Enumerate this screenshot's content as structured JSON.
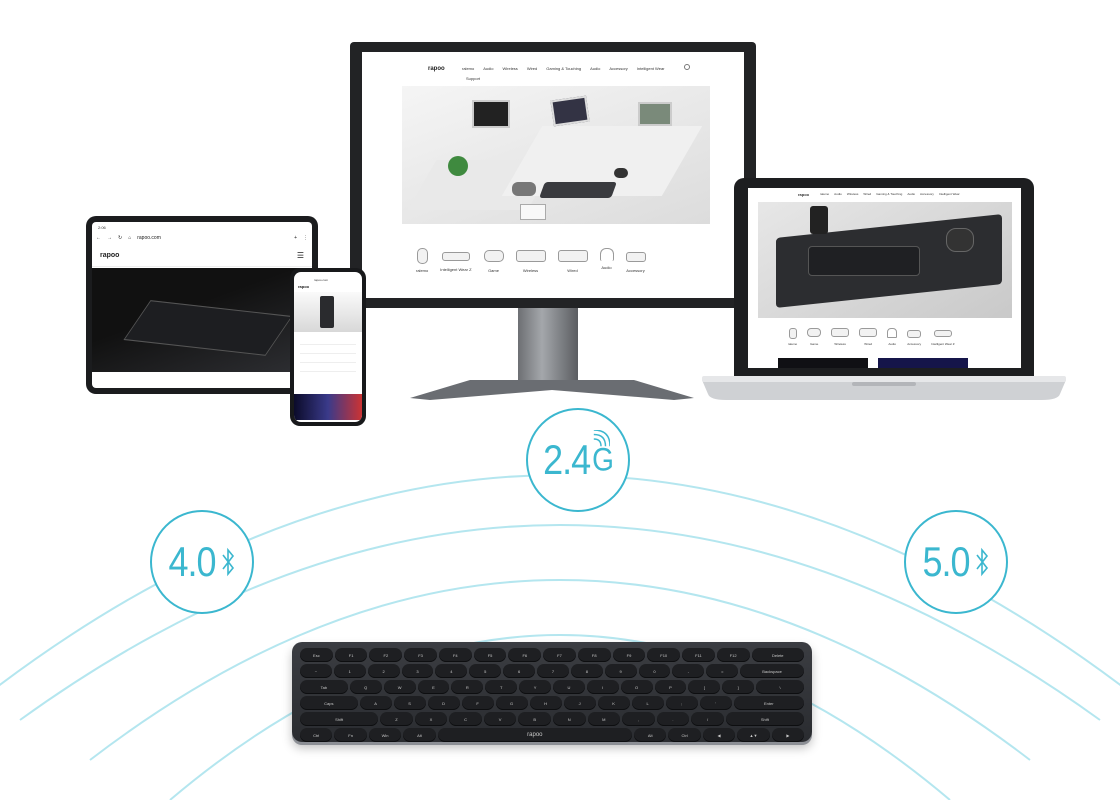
{
  "badges": {
    "bluetooth_left": "4.0",
    "two_point_four": "2.4",
    "two_point_four_suffix": "G",
    "bluetooth_right": "5.0"
  },
  "colors": {
    "accent": "#3bb7cf",
    "wave": "#a9e3ee",
    "device_frame": "#1d1e20",
    "keyboard": "#2f3135"
  },
  "monitor": {
    "logo": "rapoo",
    "nav": [
      "ralemo",
      "Audio",
      "Wireless",
      "Wired",
      "Gaming & Touching",
      "Audio",
      "Accessory",
      "Intelligent Wear"
    ],
    "subnav": "Support",
    "categories": [
      {
        "label": "ralemo",
        "icon": "mouse-icon"
      },
      {
        "label": "Intelligent Wear Z",
        "icon": "glasses-icon"
      },
      {
        "label": "Game",
        "icon": "gamepad-icon"
      },
      {
        "label": "Wireless",
        "icon": "keyboard-icon"
      },
      {
        "label": "Wired",
        "icon": "keyboard-icon"
      },
      {
        "label": "Audio",
        "icon": "headphones-icon"
      },
      {
        "label": "Accessory",
        "icon": "stand-icon"
      }
    ]
  },
  "laptop": {
    "logo": "rapoo",
    "nav": [
      "ralemo",
      "Audio",
      "Wireless",
      "Wired",
      "Gaming & Touching",
      "Audio",
      "Accessory",
      "Intelligent Wear"
    ],
    "categories": [
      {
        "label": "ralemo",
        "icon": "mouse-icon"
      },
      {
        "label": "Game",
        "icon": "gamepad-icon"
      },
      {
        "label": "Wireless",
        "icon": "keyboard-icon"
      },
      {
        "label": "Wired",
        "icon": "keyboard-icon"
      },
      {
        "label": "Audio",
        "icon": "headphones-icon"
      },
      {
        "label": "Accessory",
        "icon": "stand-icon"
      },
      {
        "label": "Intelligent Wear Z",
        "icon": "glasses-icon"
      }
    ]
  },
  "tablet": {
    "status_time": "2:06",
    "url": "rapoo.com",
    "logo": "rapoo"
  },
  "phone": {
    "url": "rapoo.com",
    "logo": "rapoo"
  },
  "keyboard": {
    "brand": "rapoo",
    "rows": [
      [
        "Esc",
        "F1",
        "F2",
        "F3",
        "F4",
        "F5",
        "F6",
        "F7",
        "F8",
        "F9",
        "F10",
        "F11",
        "F12",
        "Delete"
      ],
      [
        "~",
        "1",
        "2",
        "3",
        "4",
        "5",
        "6",
        "7",
        "8",
        "9",
        "0",
        "-",
        "=",
        "Backspace"
      ],
      [
        "Tab",
        "Q",
        "W",
        "E",
        "R",
        "T",
        "Y",
        "U",
        "I",
        "O",
        "P",
        "[",
        "]",
        "\\"
      ],
      [
        "Caps",
        "A",
        "S",
        "D",
        "F",
        "G",
        "H",
        "J",
        "K",
        "L",
        ";",
        "'",
        "Enter"
      ],
      [
        "Shift",
        "Z",
        "X",
        "C",
        "V",
        "B",
        "N",
        "M",
        ",",
        ".",
        "/",
        "Shift"
      ],
      [
        "Ctrl",
        "Fn",
        "Win",
        "Alt",
        "",
        "Alt",
        "Ctrl",
        "◀",
        "▲▼",
        "▶"
      ]
    ]
  }
}
